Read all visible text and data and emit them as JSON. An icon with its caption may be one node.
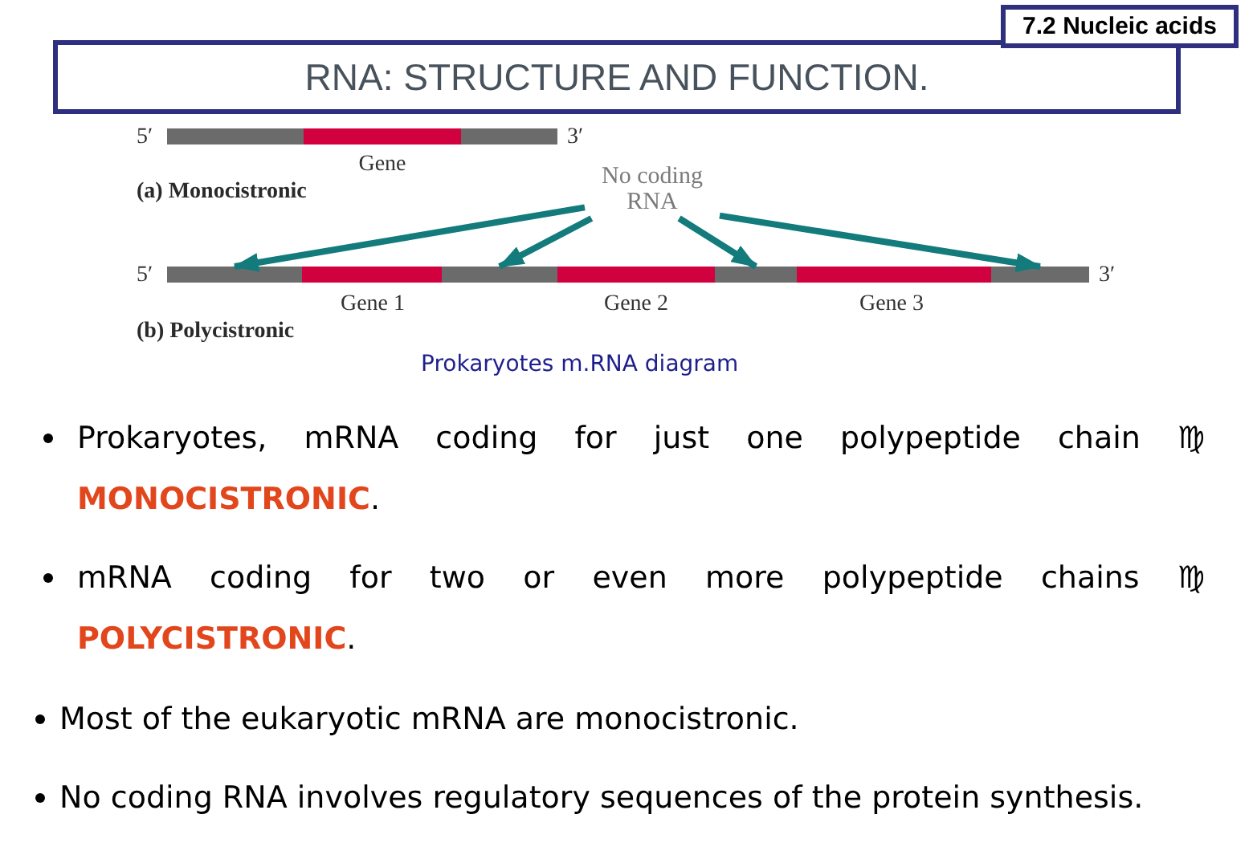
{
  "diagram": {
    "title": "RNA: STRUCTURE AND FUNCTION.",
    "caption": "Prokaryotes m.RNA diagram",
    "nodes": [
      {
        "text": [
          "7.2 Nucleic acids"
        ]
      },
      {
        "text": [
          "No coding RNA"
        ]
      },
      {
        "text": [],
        "shape": "bar"
      },
      {
        "text": [],
        "shape": "bar"
      },
      {
        "text": [],
        "shape": "bar"
      },
      {
        "text": [],
        "shape": "bar"
      }
    ],
    "edges": [
      {
        "from": 1,
        "to": 2,
        "arrow": "to"
      },
      {
        "from": 1,
        "to": 3,
        "arrow": "to"
      },
      {
        "from": 1,
        "to": 4,
        "arrow": "to"
      },
      {
        "from": 1,
        "to": 5,
        "arrow": "to"
      }
    ],
    "labels": [
      "5′",
      "3′",
      "Gene",
      "(a) Monocistronic",
      "5′",
      "3′",
      "Gene 1",
      "Gene 2",
      "Gene 3",
      "(b) Polycistronic",
      "Prokaryotes, mRNA coding for just one polypeptide chain ♍ **MONOCISTRONIC**.",
      "mRNA coding for two or even more polypeptide chains ♍ **POLYCISTRONIC**.",
      "Most of the eukaryotic mRNA are monocistronic.",
      "No coding RNA involves regulatory sequences of the protein synthesis."
    ]
  }
}
